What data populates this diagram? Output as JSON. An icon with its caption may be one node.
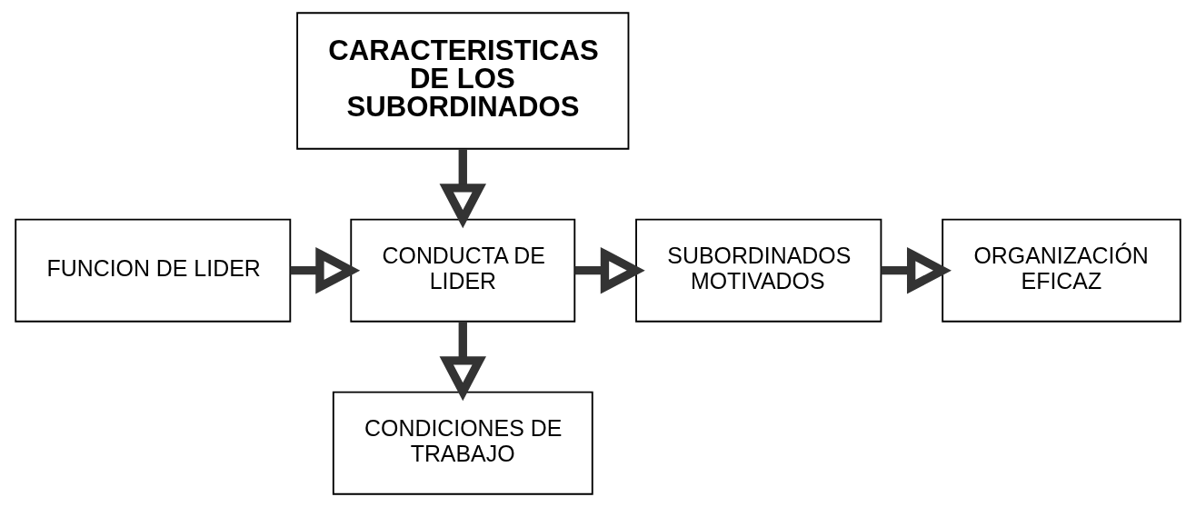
{
  "diagram": {
    "nodes": [
      {
        "text": [
          "CARACTERISTICAS DE LOS SUBORDINADOS"
        ]
      },
      {
        "text": [
          "FUNCION DE LIDER"
        ]
      },
      {
        "text": [
          "CONDUCTA DE LIDER"
        ]
      },
      {
        "text": [
          "SUBORDINADOS MOTIVADOS"
        ]
      },
      {
        "text": [
          "ORGANIZACIÓN EFICAZ"
        ]
      },
      {
        "text": [
          "CONDICIONES DE TRABAJO"
        ]
      }
    ],
    "edges": [
      {
        "from": 0,
        "to": 2,
        "arrow": "to"
      },
      {
        "from": 1,
        "to": 2,
        "arrow": "to"
      },
      {
        "from": 2,
        "to": 3,
        "arrow": "to"
      },
      {
        "from": 3,
        "to": 4,
        "arrow": "to"
      },
      {
        "from": 2,
        "to": 5,
        "arrow": "to"
      }
    ]
  }
}
